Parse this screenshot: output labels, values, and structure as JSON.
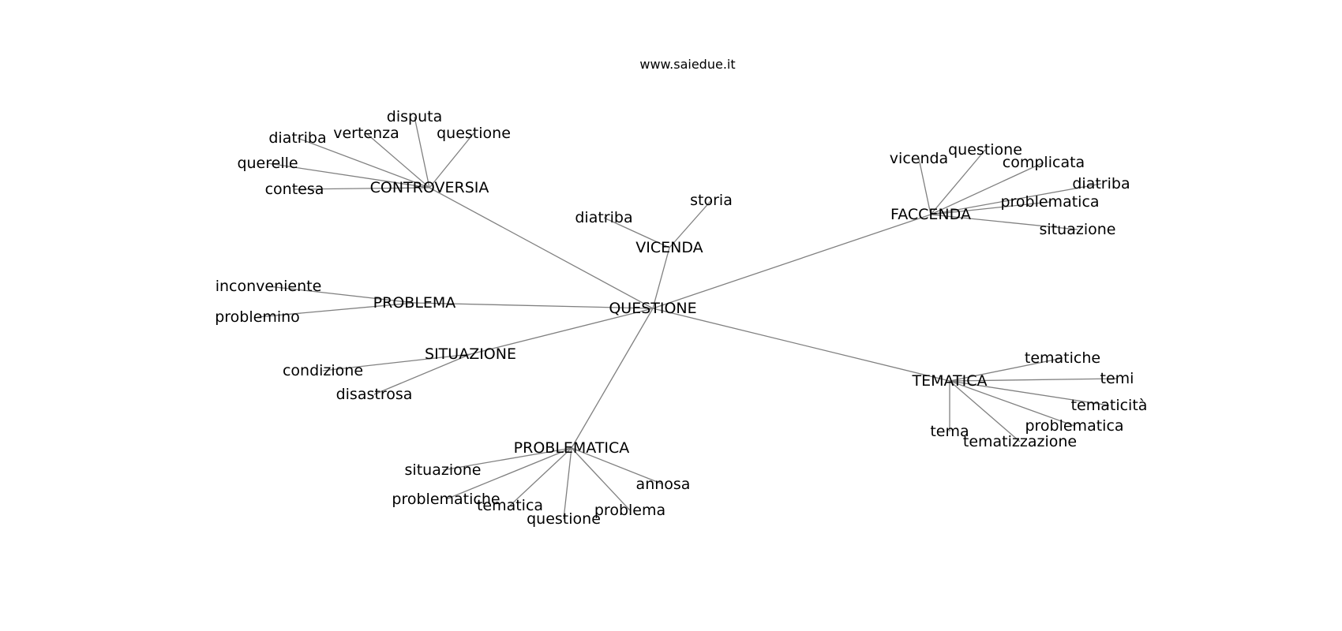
{
  "site": "www.saiedue.it",
  "root": "QUESTIONE",
  "groups": [
    {
      "id": "controversia",
      "label": "CONTROVERSIA",
      "children": [
        "disputa",
        "questione",
        "vertenza",
        "diatriba",
        "querelle",
        "contesa"
      ]
    },
    {
      "id": "vicenda",
      "label": "VICENDA",
      "children": [
        "storia",
        "diatriba"
      ]
    },
    {
      "id": "faccenda",
      "label": "FACCENDA",
      "children": [
        "vicenda",
        "questione",
        "complicata",
        "diatriba",
        "problematica",
        "situazione"
      ]
    },
    {
      "id": "problema",
      "label": "PROBLEMA",
      "children": [
        "inconveniente",
        "problemino"
      ]
    },
    {
      "id": "situazione",
      "label": "SITUAZIONE",
      "children": [
        "condizione",
        "disastrosa"
      ]
    },
    {
      "id": "tematica",
      "label": "TEMATICA",
      "children": [
        "tematiche",
        "temi",
        "tematicità",
        "problematica",
        "tema",
        "tematizzazione"
      ]
    },
    {
      "id": "problematica",
      "label": "PROBLEMATICA",
      "children": [
        "situazione",
        "problematiche",
        "tematica",
        "questione",
        "problema",
        "annosa"
      ]
    }
  ]
}
